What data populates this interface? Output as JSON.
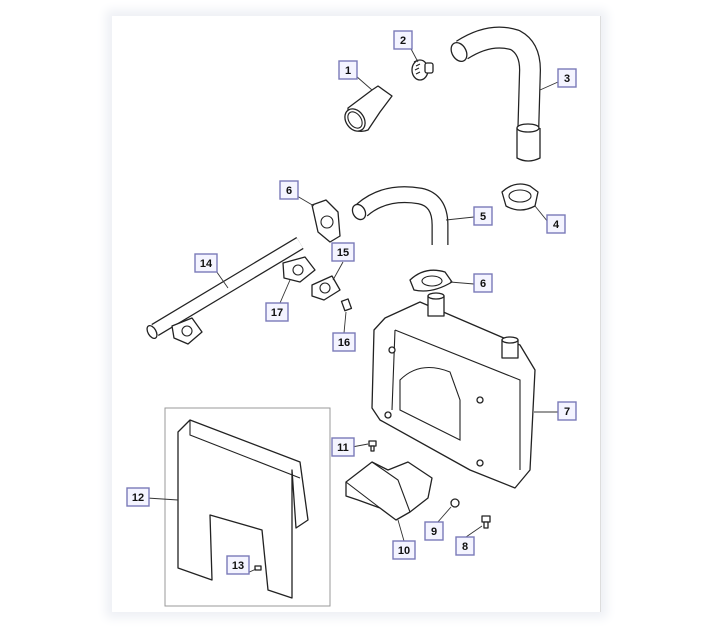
{
  "diagram": {
    "type": "exploded-parts-diagram",
    "callouts": [
      "1",
      "2",
      "3",
      "4",
      "5",
      "6",
      "6",
      "7",
      "8",
      "9",
      "10",
      "11",
      "12",
      "13",
      "14",
      "15",
      "16",
      "17"
    ]
  }
}
